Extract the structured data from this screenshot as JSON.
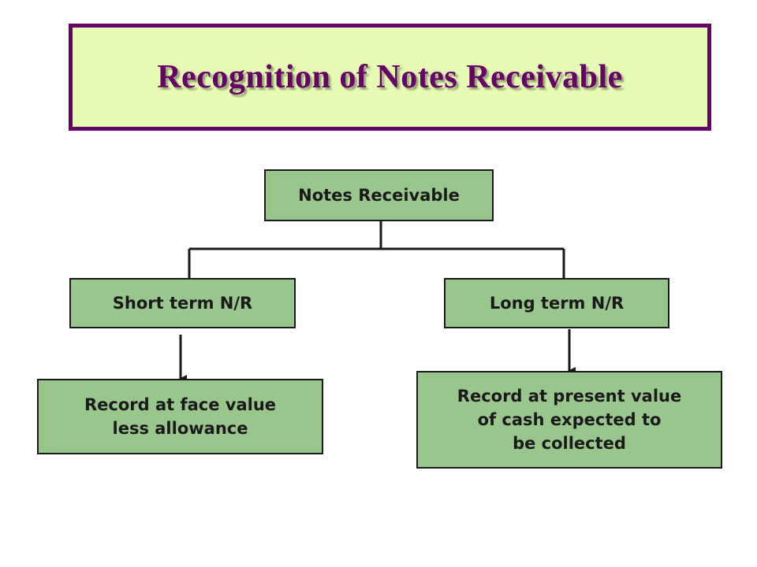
{
  "title": "Recognition of Notes Receivable",
  "colors": {
    "title_background": "#e6fbb3",
    "title_border": "#660066",
    "title_text": "#660066",
    "node_fill": "#99c68c",
    "node_border": "#1a1a1a",
    "connector": "#1a1a1a"
  },
  "diagram": {
    "root": "Notes Receivable",
    "branches": [
      {
        "label": "Short term N/R",
        "outcome": "Record at face value\nless allowance"
      },
      {
        "label": "Long term N/R",
        "outcome": "Record at present value\nof cash expected to\nbe collected"
      }
    ]
  }
}
